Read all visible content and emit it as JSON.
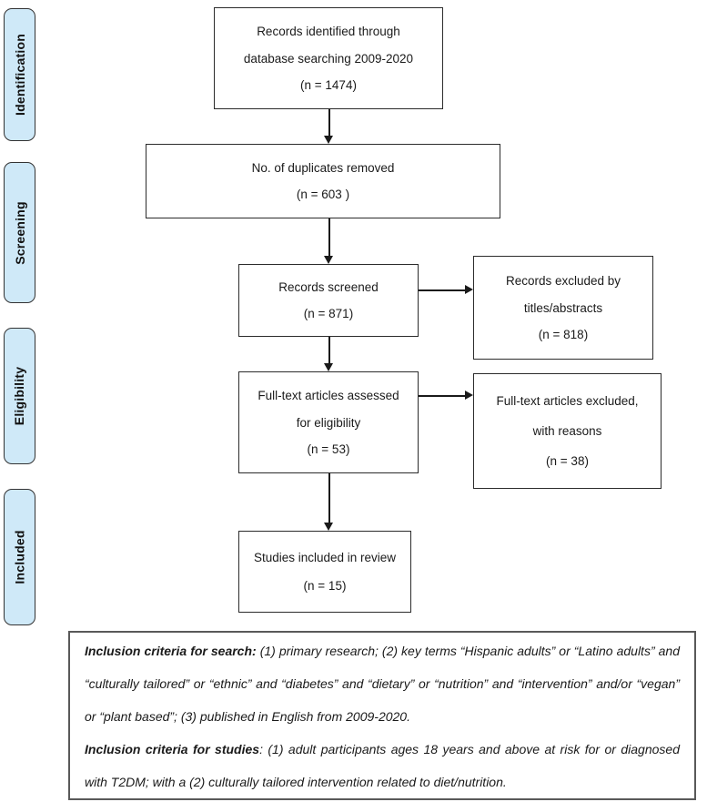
{
  "sidebar": {
    "stages": [
      {
        "label": "Identification"
      },
      {
        "label": "Screening"
      },
      {
        "label": "Eligibility"
      },
      {
        "label": "Included"
      }
    ]
  },
  "flow": {
    "boxes": [
      {
        "name": "records-identified",
        "lines": [
          "Records identified through",
          "database searching 2009-2020",
          "(n = 1474)"
        ]
      },
      {
        "name": "duplicates-removed",
        "lines": [
          "No. of duplicates removed",
          "(n = 603 )"
        ]
      },
      {
        "name": "records-screened",
        "lines": [
          "Records screened",
          "(n = 871)"
        ]
      },
      {
        "name": "records-excluded",
        "lines": [
          "Records excluded by",
          "titles/abstracts",
          "(n = 818)"
        ]
      },
      {
        "name": "fulltext-assessed",
        "lines": [
          "Full-text articles assessed",
          "for eligibility",
          "(n = 53)"
        ]
      },
      {
        "name": "fulltext-excluded",
        "lines": [
          "Full-text articles excluded,",
          "with reasons",
          "(n = 38)"
        ]
      },
      {
        "name": "studies-included",
        "lines": [
          "Studies included in review",
          "(n = 15)"
        ]
      }
    ]
  },
  "criteria": {
    "search_label": "Inclusion criteria for search:",
    "search_text": " (1) primary research; (2) key terms “Hispanic adults” or “Latino adults” and “culturally tailored” or “ethnic” and “diabetes” and “dietary” or “nutrition” and “intervention” and/or “vegan” or “plant based”; (3) published in English from 2009-2020.",
    "studies_label": "Inclusion criteria for studies",
    "studies_text": ": (1) adult participants ages 18 years and above at risk for or diagnosed with T2DM; with a (2) culturally tailored intervention related to diet/nutrition."
  },
  "colors": {
    "stage_fill": "#cfe9f8",
    "stage_border": "#333333",
    "box_border": "#2b2b2b",
    "arrow": "#1a1a1a",
    "criteria_border": "#595959",
    "text": "#1a1a1a"
  }
}
